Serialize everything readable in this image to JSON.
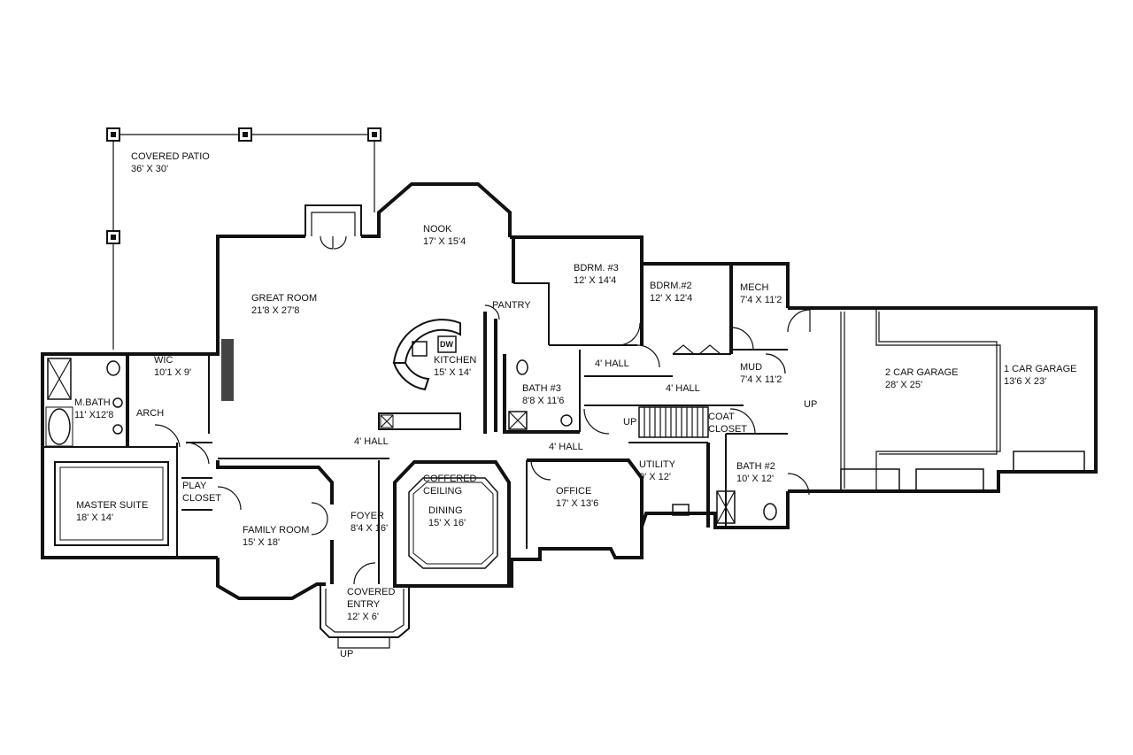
{
  "rooms": {
    "covered_patio": {
      "name": "COVERED PATIO",
      "size": "36' X 30'"
    },
    "nook": {
      "name": "NOOK",
      "size": "17' X 15'4"
    },
    "great_room": {
      "name": "GREAT ROOM",
      "size": "21'8 X 27'8"
    },
    "kitchen": {
      "name": "KITCHEN",
      "size": "15' X 14'"
    },
    "pantry": {
      "name": "PANTRY"
    },
    "bdrm3": {
      "name": "BDRM. #3",
      "size": "12' X 14'4"
    },
    "bdrm2": {
      "name": "BDRM.#2",
      "size": "12' X 12'4"
    },
    "mech": {
      "name": "MECH",
      "size": "7'4 X 11'2"
    },
    "mud": {
      "name": "MUD",
      "size": "7'4 X 11'2"
    },
    "garage2": {
      "name": "2 CAR GARAGE",
      "size": "28' X 25'"
    },
    "garage1": {
      "name": "1 CAR GARAGE",
      "size": "13'6 X 23'"
    },
    "bath3": {
      "name": "BATH #3",
      "size": "8'8 X 11'6"
    },
    "hall_a": {
      "name": "4' HALL"
    },
    "hall_b": {
      "name": "4' HALL"
    },
    "hall_c": {
      "name": "4' HALL"
    },
    "hall_d": {
      "name": "4' HALL"
    },
    "coat_closet": {
      "line1": "COAT",
      "line2": "CLOSET"
    },
    "utility": {
      "name": "UTILITY",
      "size": "9' X 12'"
    },
    "bath2": {
      "name": "BATH #2",
      "size": "10' X 12'"
    },
    "office": {
      "name": "OFFICE",
      "size": "17' X 13'6"
    },
    "coffered": {
      "line1": "COFFERED",
      "line2": "CEILING"
    },
    "dining": {
      "name": "DINING",
      "size": "15' X 16'"
    },
    "foyer": {
      "name": "FOYER",
      "size": "8'4 X 16'"
    },
    "family_room": {
      "name": "FAMILY ROOM",
      "size": "15' X 18'"
    },
    "covered_entry": {
      "name": "COVERED",
      "line2": "ENTRY",
      "size": "12' X 6'"
    },
    "wic": {
      "name": "WIC",
      "size": "10'1 X 9'"
    },
    "mbath": {
      "name": "M.BATH",
      "size": "11' X12'8"
    },
    "arch": {
      "name": "ARCH"
    },
    "play_closet": {
      "line1": "PLAY",
      "line2": "CLOSET"
    },
    "master_suite": {
      "name": "MASTER SUITE",
      "size": "18' X 14'"
    }
  },
  "annotations": {
    "up_stair": "UP",
    "up_entry": "UP",
    "up_mud": "UP",
    "dw": "DW"
  }
}
